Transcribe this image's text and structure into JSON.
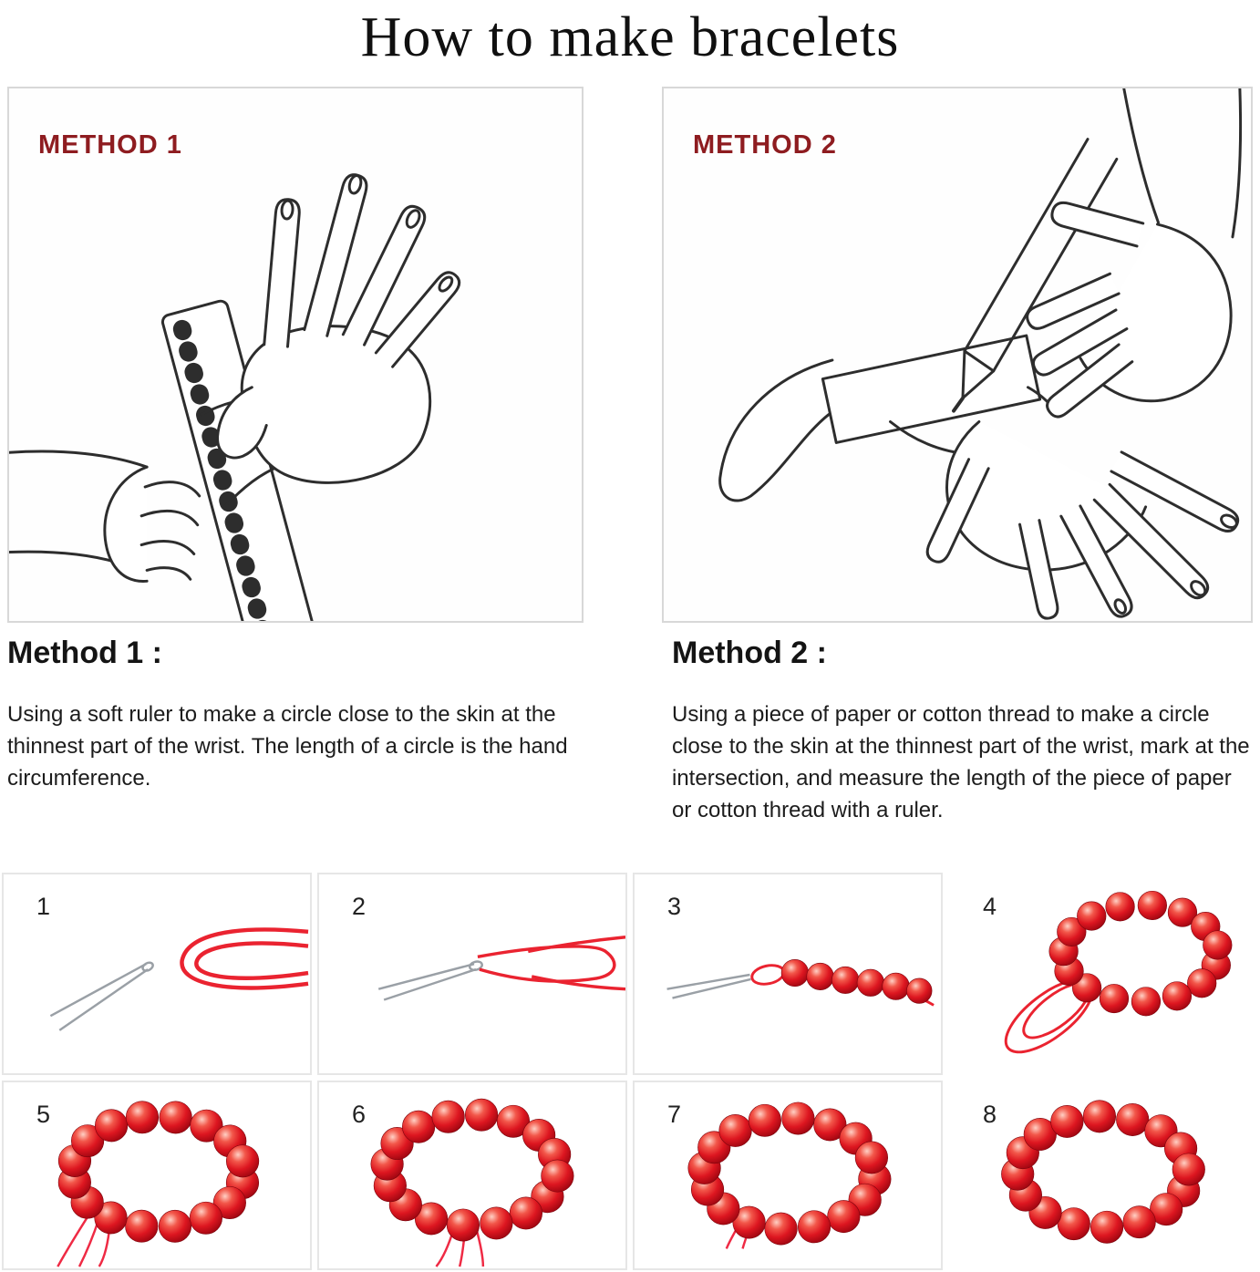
{
  "title": "How to make bracelets",
  "methods": [
    {
      "badge": "METHOD 1",
      "heading": "Method 1 :",
      "description": "Using a soft ruler to make a circle close to the skin at the thinnest part of the wrist. The length of a circle is the hand circumference."
    },
    {
      "badge": "METHOD 2",
      "heading": "Method 2 :",
      "description": "Using a piece of paper or cotton thread to make a circle close to the skin at the thinnest part of the wrist, mark at the intersection, and measure the length of the piece of paper or cotton thread with a ruler."
    }
  ],
  "steps": [
    {
      "number": "1",
      "illustration": "needle-and-folded-cord"
    },
    {
      "number": "2",
      "illustration": "needle-threaded-on-cord"
    },
    {
      "number": "3",
      "illustration": "beads-strung-on-cord"
    },
    {
      "number": "4",
      "illustration": "bead-ring-with-cord-loop"
    },
    {
      "number": "5",
      "illustration": "bracelet-with-loose-threads"
    },
    {
      "number": "6",
      "illustration": "bracelet-being-knotted"
    },
    {
      "number": "7",
      "illustration": "bracelet-trimmed"
    },
    {
      "number": "8",
      "illustration": "bracelet-finished"
    }
  ],
  "colors": {
    "badge_red": "#8e1c20",
    "cord_red": "#ea2330",
    "thread_pink": "#ef2a44",
    "bead_red": "#d8111b",
    "line_dark": "#2d2d2d",
    "needle_gray": "#9aa0a6",
    "panel_border": "#d8d8d8",
    "cell_border": "#e6e6e6"
  }
}
